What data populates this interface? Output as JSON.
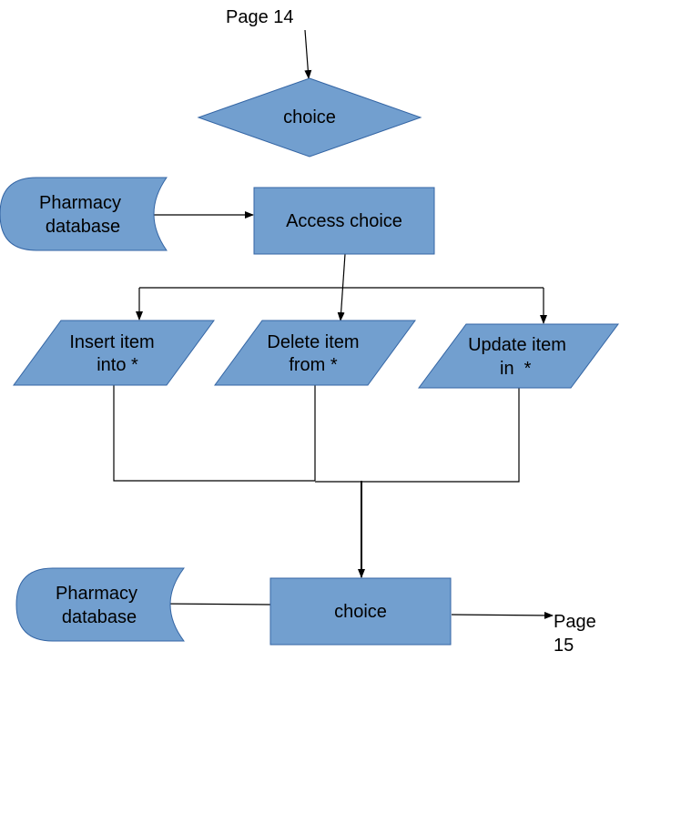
{
  "colors": {
    "shape_fill": "#729fcf",
    "shape_stroke": "#3465a4",
    "line": "#000000",
    "background": "#ffffff"
  },
  "connectors": {
    "page_in": "Page 14",
    "page_out_line1": "Page",
    "page_out_line2": "15"
  },
  "nodes": {
    "choice_top": "choice",
    "db_top_line1": "Pharmacy",
    "db_top_line2": "database",
    "access_choice": "Access choice",
    "insert_line1": "Insert item",
    "insert_line2": "into *",
    "delete_line1": "Delete item",
    "delete_line2": "from *",
    "update_line1": "Update item",
    "update_line2": "in  *",
    "choice_bottom": "choice",
    "db_bottom_line1": "Pharmacy",
    "db_bottom_line2": "database"
  }
}
